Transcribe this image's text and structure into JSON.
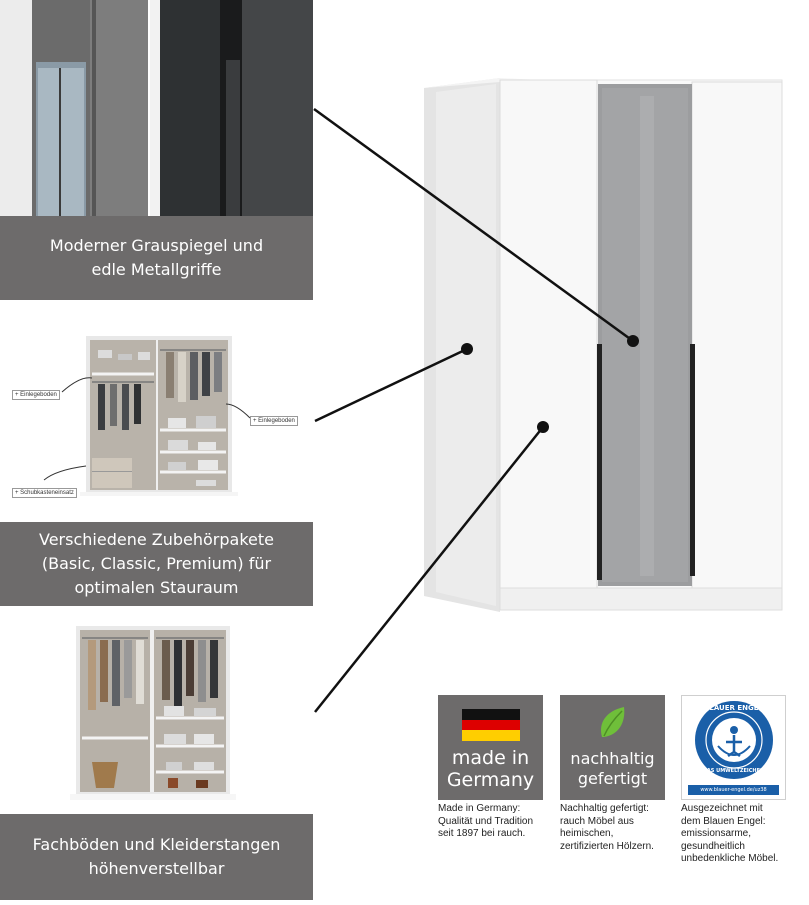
{
  "features": [
    {
      "lines": [
        "Moderner Grauspiegel und",
        "edle Metallgriffe"
      ]
    },
    {
      "lines": [
        "Verschiedene Zubehörpakete",
        "(Basic, Classic, Premium) für",
        "optimalen Stauraum"
      ]
    },
    {
      "lines": [
        "Fachböden und Kleiderstangen",
        "höhenverstellbar"
      ]
    }
  ],
  "interior_tags": [
    "+ Einlegeboden",
    "+ Einlegeboden",
    "+ Schubkasteneinsatz"
  ],
  "badges": [
    {
      "title_1": "made in",
      "title_2": "Germany",
      "caption": "Made in Germany:\nQualität und Tradition\nseit 1897 bei rauch."
    },
    {
      "title_1": "nachhaltig",
      "title_2": "gefertigt",
      "caption": "Nachhaltig gefertigt:\nrauch Möbel aus\nheimischen,\nzertifizierten Hölzern."
    },
    {
      "seal_top": "BLAUER ENGEL",
      "seal_bottom": "DAS UMWELTZEICHEN",
      "seal_url": "www.blauer-engel.de/uz38",
      "caption": "Ausgezeichnet mit\ndem Blauen Engel:\nemissionsarme,\ngesundheitlich\nunbedenkliche Möbel."
    }
  ],
  "colors": {
    "caption_bg": "#6d6b6b",
    "blue_angel": "#1a5fa8",
    "leaf": "#6fbf3a"
  }
}
